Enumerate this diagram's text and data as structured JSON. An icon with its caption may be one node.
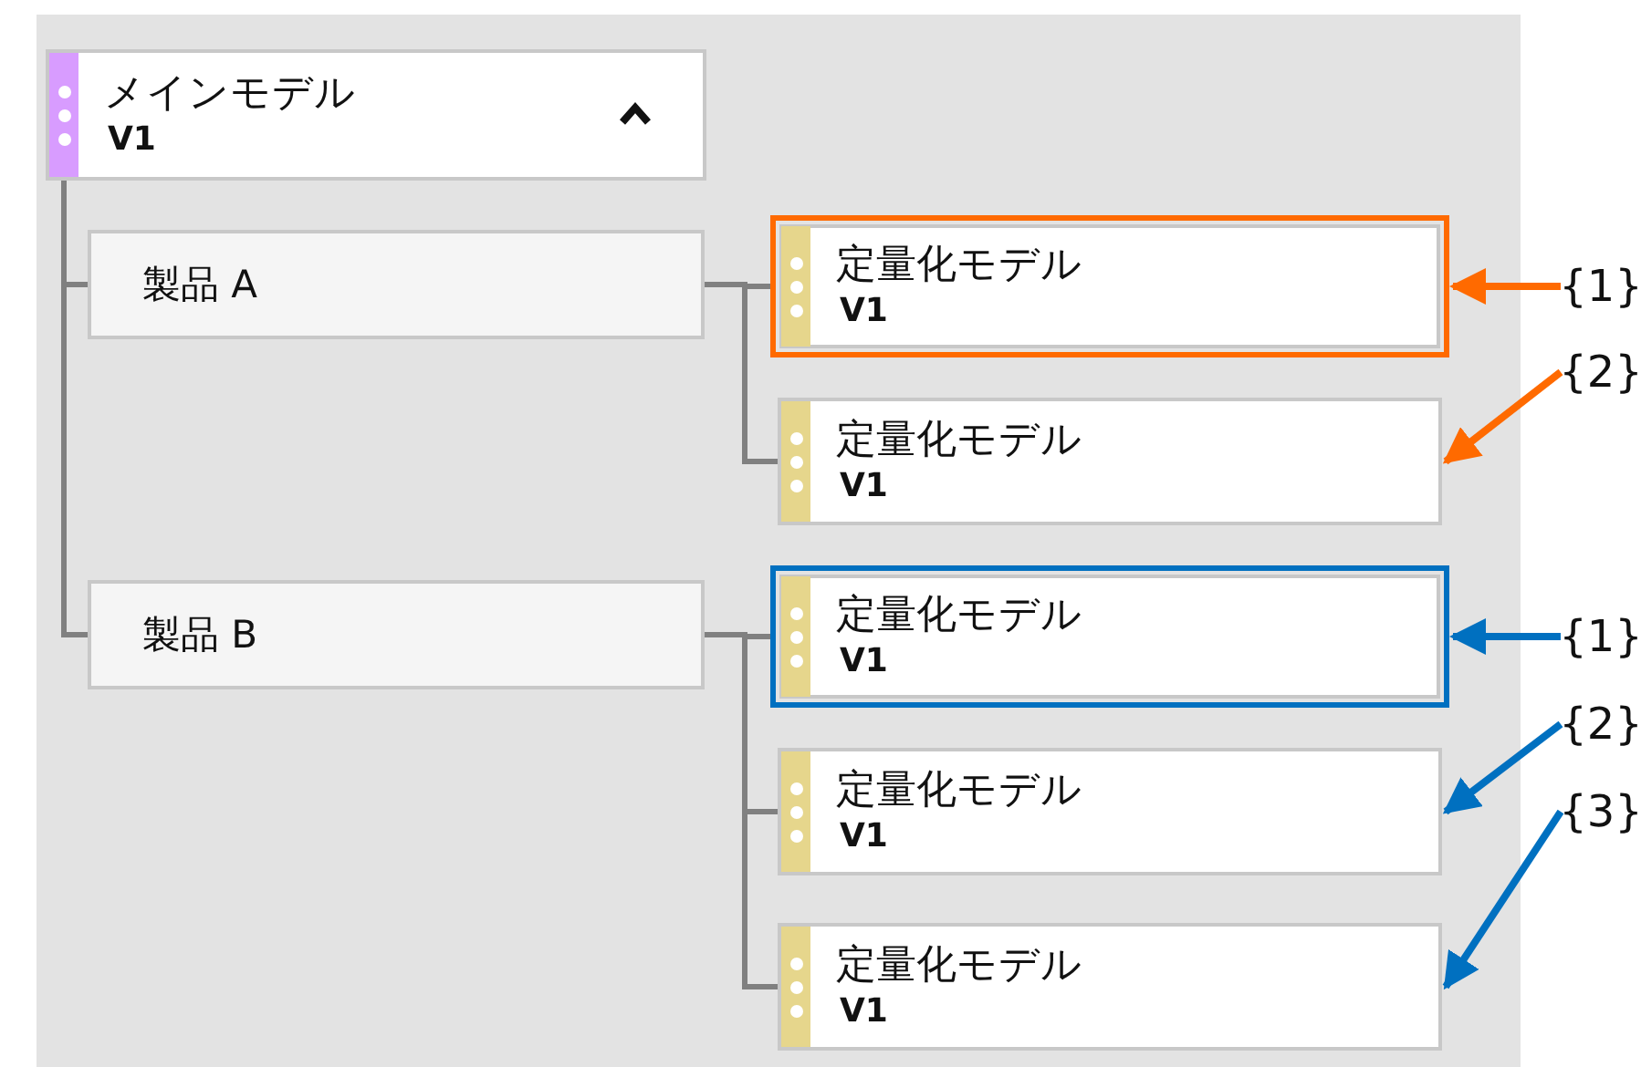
{
  "diagram": {
    "nodes": [
      {
        "text": [
          "メインモデル",
          "V1"
        ]
      },
      {
        "text": [
          "製品 A"
        ]
      },
      {
        "text": [
          "定量化モデル",
          "V1"
        ]
      },
      {
        "text": [
          "定量化モデル",
          "V1"
        ]
      },
      {
        "text": [
          "製品 B"
        ]
      },
      {
        "text": [
          "定量化モデル",
          "V1"
        ]
      },
      {
        "text": [
          "定量化モデル",
          "V1"
        ]
      },
      {
        "text": [
          "定量化モデル",
          "V1"
        ]
      },
      {
        "text": [
          "{1}"
        ]
      },
      {
        "text": [
          "{2}"
        ]
      },
      {
        "text": [
          "{1}"
        ]
      },
      {
        "text": [
          "{2}"
        ]
      },
      {
        "text": [
          "{3}"
        ]
      }
    ],
    "edges": [
      {
        "from": 0,
        "to": 1,
        "arrow": "none"
      },
      {
        "from": 0,
        "to": 4,
        "arrow": "none"
      },
      {
        "from": 1,
        "to": 2,
        "arrow": "none"
      },
      {
        "from": 1,
        "to": 3,
        "arrow": "none"
      },
      {
        "from": 4,
        "to": 5,
        "arrow": "none"
      },
      {
        "from": 4,
        "to": 6,
        "arrow": "none"
      },
      {
        "from": 4,
        "to": 7,
        "arrow": "none"
      },
      {
        "from": 8,
        "to": 2,
        "arrow": "to",
        "color": "#ff6a00"
      },
      {
        "from": 9,
        "to": 3,
        "arrow": "to",
        "color": "#ff6a00"
      },
      {
        "from": 10,
        "to": 5,
        "arrow": "to",
        "color": "#0070c0"
      },
      {
        "from": 11,
        "to": 6,
        "arrow": "to",
        "color": "#0070c0"
      },
      {
        "from": 12,
        "to": 7,
        "arrow": "to",
        "color": "#0070c0"
      }
    ]
  }
}
